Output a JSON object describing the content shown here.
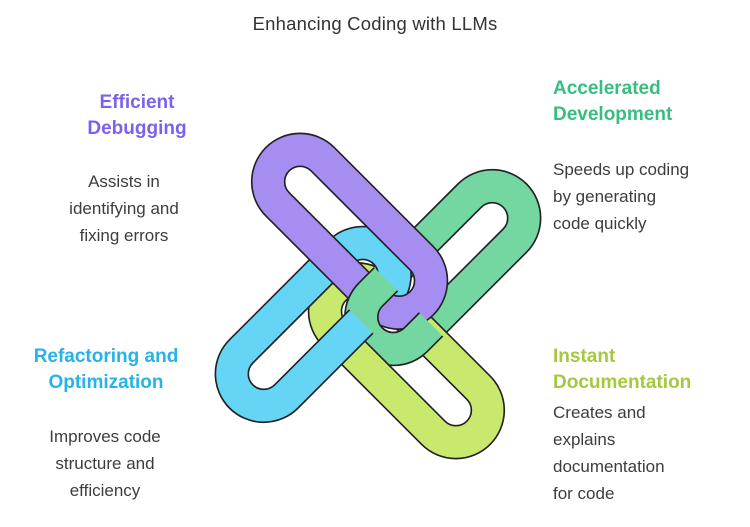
{
  "title": "Enhancing Coding with LLMs",
  "sections": {
    "debugging": {
      "heading": "Efficient\nDebugging",
      "body": "Assists in\nidentifying and\nfixing errors",
      "color": "#7d60ef"
    },
    "development": {
      "heading": "Accelerated\nDevelopment",
      "body": "Speeds up coding\nby generating\ncode quickly",
      "color": "#38bd80"
    },
    "refactoring": {
      "heading": "Refactoring and\nOptimization",
      "body": "Improves code\nstructure and\nefficiency",
      "color": "#26b3e9"
    },
    "documentation": {
      "heading": "Instant\nDocumentation",
      "body": "Creates and\nexplains\ndocumentation\nfor code",
      "color": "#a4c93f"
    }
  },
  "knot": {
    "debugging": "#a58df2",
    "development": "#74d6a1",
    "refactoring": "#66d5f5",
    "documentation": "#c9e96e",
    "outline": "#222222"
  }
}
